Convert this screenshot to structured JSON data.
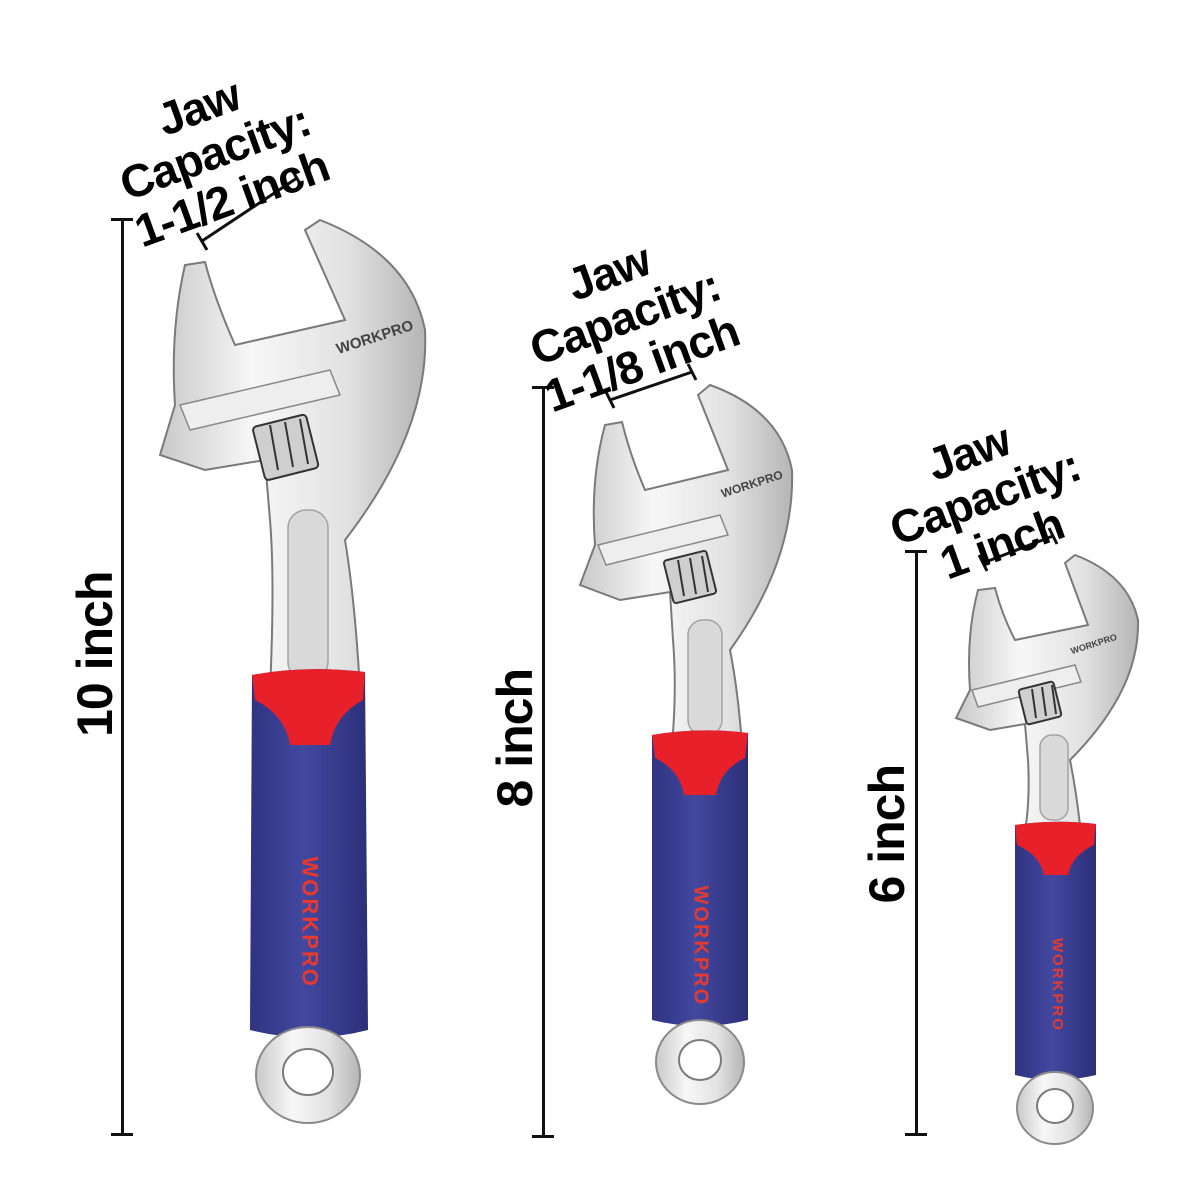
{
  "brand": "WORKPRO",
  "colors": {
    "background": "#ffffff",
    "handle_blue": "#3b3f91",
    "handle_red": "#e8202a",
    "brand_text": "#e43a2f",
    "chrome": "#e6e6e6",
    "chrome_dark": "#9a9a9a",
    "text": "#000000"
  },
  "wrenches": [
    {
      "size_label": "10 inch",
      "jaw_title": "Jaw Capacity:",
      "jaw_value": "1-1/2 inch",
      "head_brand": "WORKPRO",
      "handle_brand": "WORKPRO"
    },
    {
      "size_label": "8 inch",
      "jaw_title": "Jaw Capacity:",
      "jaw_value": "1-1/8 inch",
      "head_brand": "WORKPRO",
      "handle_brand": "WORKPRO"
    },
    {
      "size_label": "6 inch",
      "jaw_title": "Jaw Capacity:",
      "jaw_value": "1 inch",
      "head_brand": "WORKPRO",
      "handle_brand": "WORKPRO"
    }
  ]
}
